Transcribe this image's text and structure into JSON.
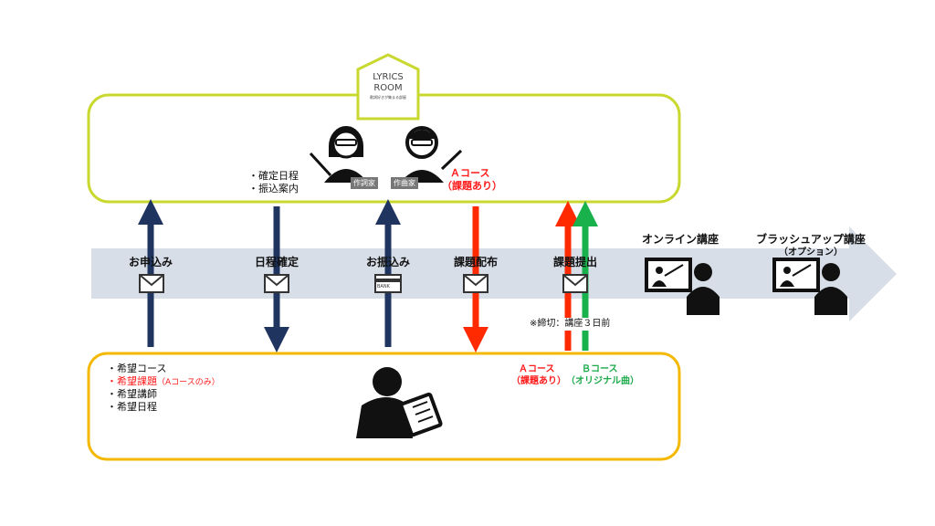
{
  "logo": {
    "line1": "LYRICS",
    "line2": "ROOM",
    "tagline": "歌詞好きが集まる部屋"
  },
  "colors": {
    "top_box": "#c9d82e",
    "bottom_box": "#f5b800",
    "band": "#d7dee8",
    "navy": "#1f3560",
    "red": "#ff2a00",
    "green": "#18b14b"
  },
  "top_box": {
    "notes": [
      "・確定日程",
      "・振込案内"
    ],
    "lyricist_tag": "作詞家",
    "composer_tag": "作曲家",
    "course_a": "Ａコース",
    "course_a_note": "（課題あり）"
  },
  "steps": [
    {
      "label": "お申込み",
      "icon": "envelope-icon",
      "direction": "up"
    },
    {
      "label": "日程確定",
      "icon": "envelope-icon",
      "direction": "down"
    },
    {
      "label": "お振込み",
      "icon": "bank-card-icon",
      "direction": "up"
    },
    {
      "label": "課題配布",
      "icon": "envelope-icon",
      "direction": "down"
    },
    {
      "label": "課題提出",
      "icon": "envelope-icon",
      "direction": "up"
    }
  ],
  "bank_card_text": "BANK",
  "deadline_note": "※締切：講座３日前",
  "online_course": "オンライン講座",
  "brushup_course": "ブラッシュアップ講座",
  "brushup_option": "（オプション）",
  "bottom_box": {
    "items": [
      "・希望コース",
      "・希望課題",
      "・希望講師",
      "・希望日程"
    ],
    "item2_note": "（Aコースのみ）",
    "course_a": "Ａコース",
    "course_a_note": "（課題あり）",
    "course_b": "Ｂコース",
    "course_b_note": "（オリジナル曲）"
  }
}
